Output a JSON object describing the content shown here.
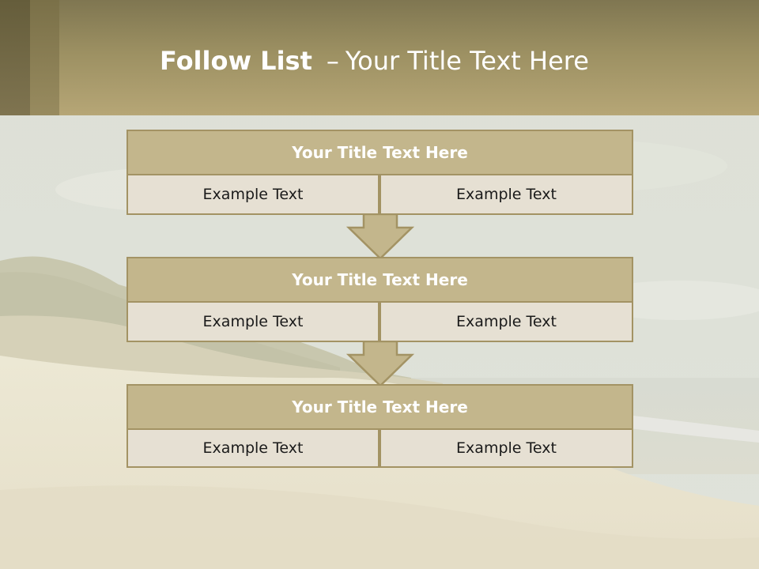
{
  "slide": {
    "title_bold": "Follow List",
    "title_sep": "–",
    "title_rest": "Your Title Text Here"
  },
  "blocks": [
    {
      "title": "Your Title Text Here",
      "left": "Example Text",
      "right": "Example Text"
    },
    {
      "title": "Your Title Text Here",
      "left": "Example Text",
      "right": "Example Text"
    },
    {
      "title": "Your Title Text Here",
      "left": "Example Text",
      "right": "Example Text"
    }
  ],
  "colors": {
    "header": "#b6a676",
    "block_title_bg": "#c3b68c",
    "cell_bg": "#e6e0d3",
    "border": "#a39364"
  },
  "icons": {
    "arrow": "down-arrow-icon"
  }
}
